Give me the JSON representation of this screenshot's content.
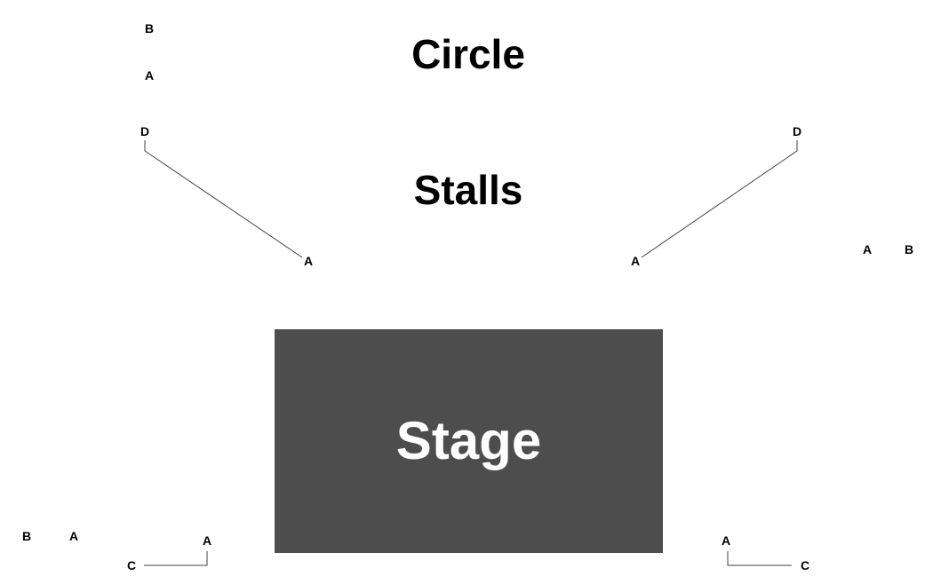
{
  "sections": {
    "circle": "Circle",
    "stalls": "Stalls",
    "stage": "Stage"
  },
  "colors": {
    "stage_fill": "#4d4d4d",
    "stage_text": "#ffffff",
    "text": "#000000",
    "connector": "#404040"
  },
  "row_labels": {
    "circle_left_b": "B",
    "circle_left_a": "A",
    "stalls_left_d": "D",
    "stalls_left_a": "A",
    "stalls_right_d": "D",
    "stalls_right_a": "A",
    "side_right_a": "A",
    "side_right_b": "B",
    "bottom_left_b": "B",
    "bottom_left_a1": "A",
    "bottom_left_a2": "A",
    "bottom_left_c": "C",
    "bottom_right_a": "A",
    "bottom_right_c": "C"
  }
}
